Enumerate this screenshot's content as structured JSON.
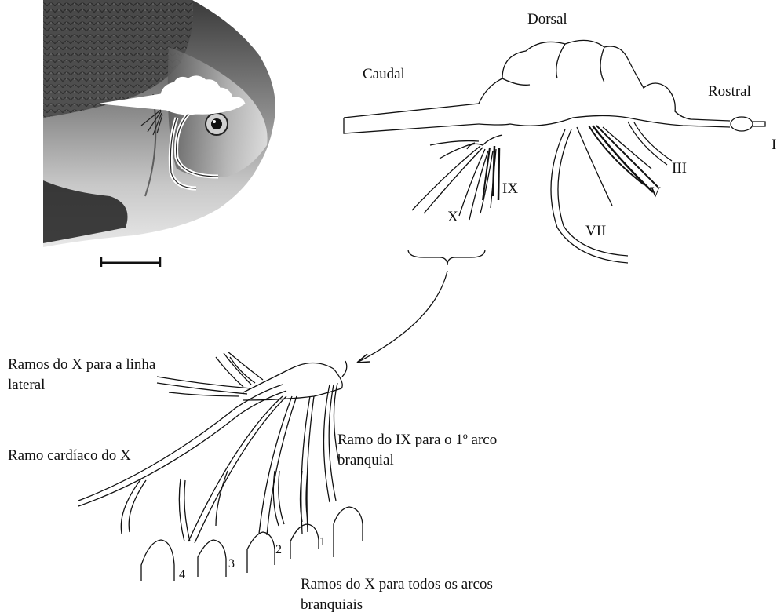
{
  "colors": {
    "ink": "#111111",
    "background": "#ffffff"
  },
  "photo": {
    "description_icon": "fish-head-photo"
  },
  "brain": {
    "labels": {
      "dorsal": "Dorsal",
      "caudal": "Caudal",
      "rostral": "Rostral",
      "nerve_I": "I",
      "nerve_III": "III",
      "nerve_V": "V",
      "nerve_VII": "VII",
      "nerve_IX": "IX",
      "nerve_X": "X"
    }
  },
  "detail": {
    "label_lateral": "Ramos do X para a linha lateral",
    "label_cardiac": "Ramo cardíaco do X",
    "label_ix_first_arch": "Ramo do IX para o 1º arco branquial",
    "label_all_arches": "Ramos do X para todos os arcos branquiais",
    "arch_numbers": [
      "1",
      "2",
      "3",
      "4"
    ]
  }
}
